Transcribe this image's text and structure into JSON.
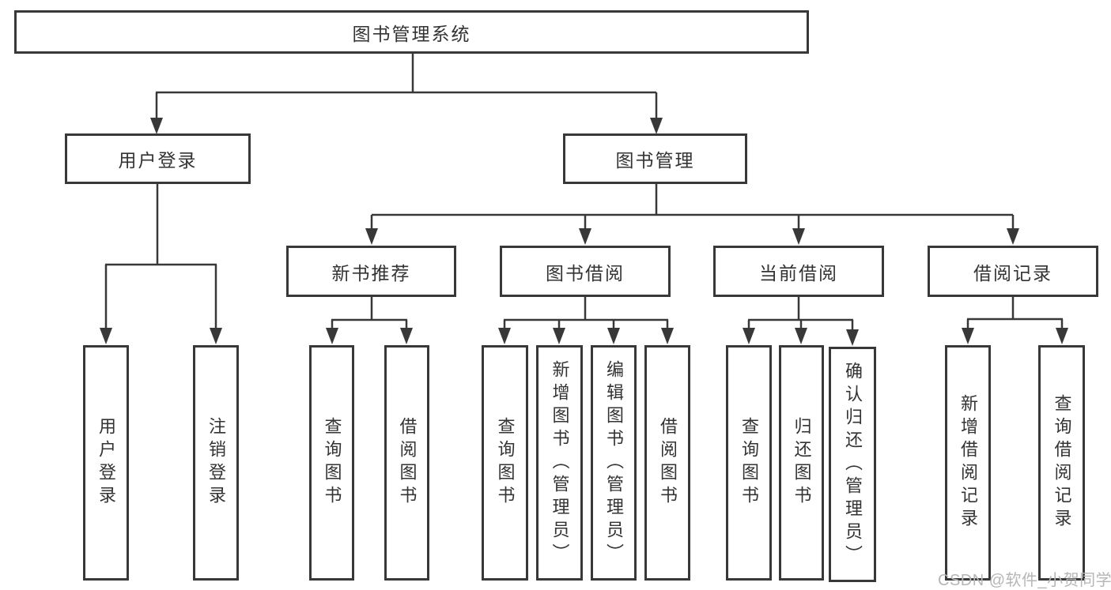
{
  "diagram": {
    "colors": {
      "line": "#383838",
      "box_border": "#383838",
      "text": "#333333",
      "background": "#ffffff",
      "watermark": "#b6b6b6"
    },
    "nodes": {
      "root": {
        "label": "图书管理系统"
      },
      "user_login": {
        "label": "用户登录",
        "children": {
          "login": {
            "label": "用户登录"
          },
          "logout": {
            "label": "注销登录"
          }
        }
      },
      "book_mgmt": {
        "label": "图书管理",
        "children": {
          "new_book": {
            "label": "新书推荐",
            "children": {
              "query": {
                "label": "查询图书"
              },
              "borrow": {
                "label": "借阅图书"
              }
            }
          },
          "borrow": {
            "label": "图书借阅",
            "children": {
              "query": {
                "label": "查询图书"
              },
              "add": {
                "label": "新增图书（管理员）"
              },
              "edit": {
                "label": "编辑图书（管理员）"
              },
              "borrow": {
                "label": "借阅图书"
              }
            }
          },
          "current": {
            "label": "当前借阅",
            "children": {
              "query": {
                "label": "查询图书"
              },
              "return": {
                "label": "归还图书"
              },
              "confirm": {
                "label": "确认归还（管理员）"
              }
            }
          },
          "record": {
            "label": "借阅记录",
            "children": {
              "add": {
                "label": "新增借阅记录"
              },
              "query": {
                "label": "查询借阅记录"
              }
            }
          }
        }
      }
    },
    "watermark": {
      "label": "CSDN @软件_小贺同学"
    }
  }
}
